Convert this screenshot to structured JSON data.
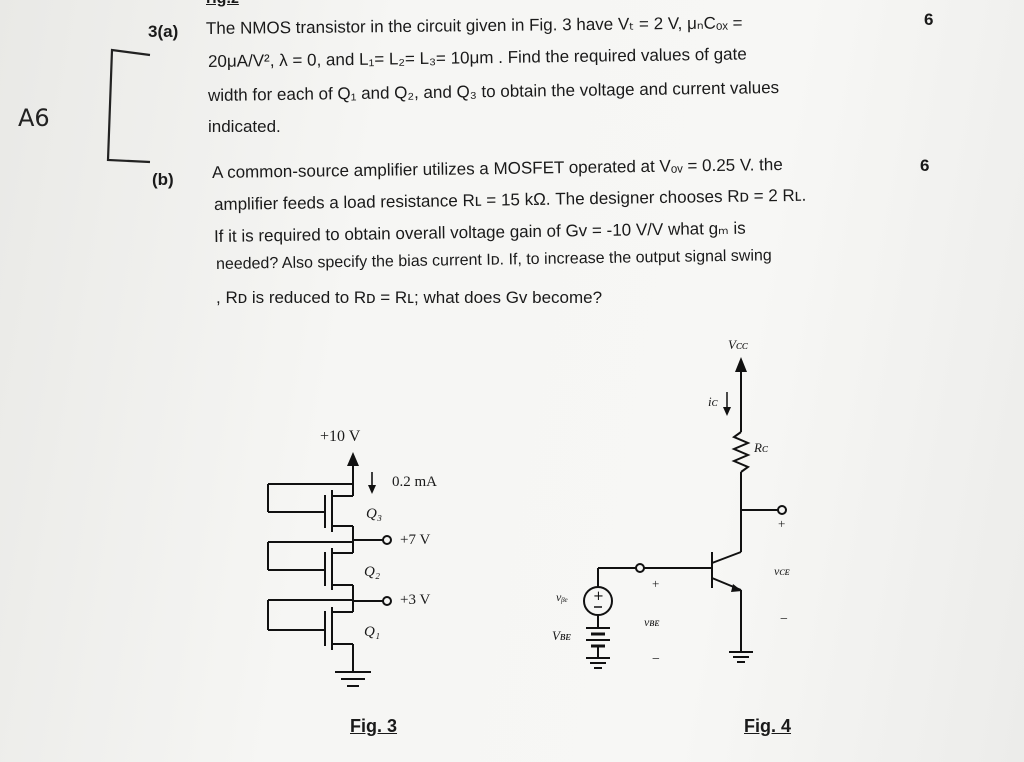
{
  "header_fragment": "rig.z",
  "handwritten_note": "A6",
  "q3a": {
    "label": "3(a)",
    "marks": "6",
    "lines": [
      "The NMOS transistor in the circuit given in Fig. 3 have  Vₜ = 2 V,  μₙCₒₓ =",
      "20μA/V²,  λ = 0,  and L₁= L₂= L₃= 10μm .  Find the required values of gate",
      "width for each of Q₁ and Q₂, and Q₃ to obtain the voltage and current values",
      "indicated."
    ]
  },
  "q3b": {
    "label": "(b)",
    "marks": "6",
    "lines": [
      "A common-source amplifier utilizes a MOSFET operated at Vₒᵥ = 0.25 V. the",
      "amplifier feeds a load resistance Rʟ = 15 kΩ. The designer chooses Rᴅ = 2 Rʟ.",
      "If it is required to obtain overall voltage gain of Gv = -10 V/V what gₘ is",
      "needed? Also specify the bias current Iᴅ. If, to increase the output signal swing",
      ", Rᴅ is reduced to Rᴅ = Rʟ; what does Gv become?"
    ]
  },
  "fig3": {
    "caption": "Fig. 3",
    "supply": "+10 V",
    "current": "0.2 mA",
    "q3": "Q₃",
    "q2": "Q₂",
    "q1": "Q₁",
    "node_top": "+7 V",
    "node_bottom": "+3 V"
  },
  "fig4": {
    "caption": "Fig. 4",
    "vcc": "Vᴄᴄ",
    "ic": "iᴄ",
    "rc": "Rᴄ",
    "vce": "vᴄᴇ",
    "vbe_signal": "vᵦₑ",
    "vbe_label": "vʙᴇ",
    "vbe_dc": "Vʙᴇ",
    "plus": "+",
    "minus": "−"
  }
}
